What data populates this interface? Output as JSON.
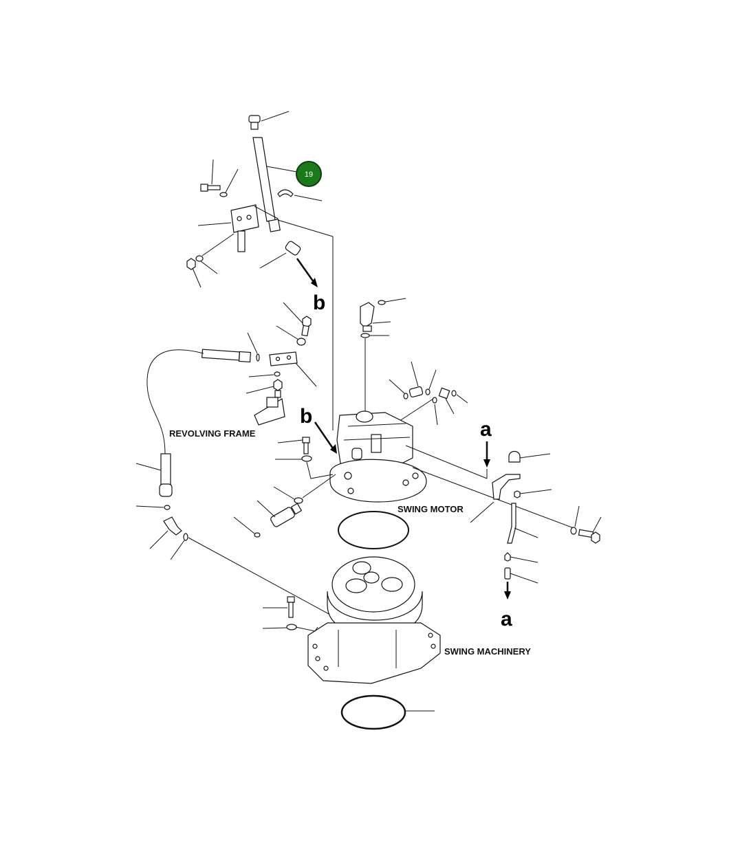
{
  "labels": {
    "revolving_frame": "REVOLVING FRAME",
    "swing_motor": "SWING MOTOR",
    "swing_machinery": "SWING MACHINERY"
  },
  "refs": {
    "b_top": "b",
    "b_mid": "b",
    "a_top": "a",
    "a_bottom": "a"
  },
  "callout": {
    "number": "19",
    "color": "#1a7a1a"
  }
}
